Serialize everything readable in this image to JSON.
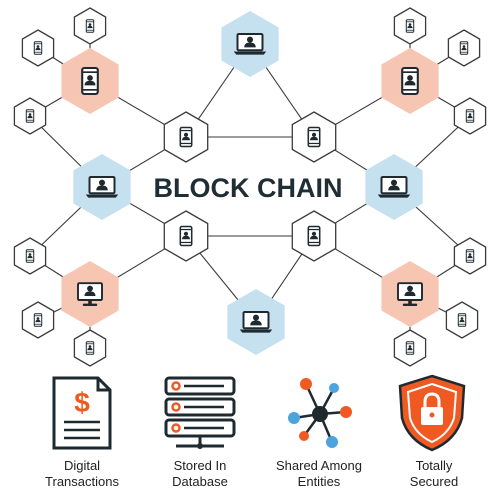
{
  "title": "BLOCK CHAIN",
  "colors": {
    "line": "#3a3a3a",
    "hex_white": "#ffffff",
    "hex_blue": "#c5e0ef",
    "hex_salmon": "#f7c6b3",
    "icon_dark": "#1e2a30",
    "orange": "#f05a22",
    "blue_dot": "#4da3db"
  },
  "nodes": [
    {
      "id": "laptop-top",
      "type": "laptop",
      "color": "blue"
    },
    {
      "id": "laptop-left",
      "type": "laptop",
      "color": "blue"
    },
    {
      "id": "laptop-right",
      "type": "laptop",
      "color": "blue"
    },
    {
      "id": "laptop-bottom",
      "type": "laptop",
      "color": "blue"
    },
    {
      "id": "phone-hub-top-left",
      "type": "phone",
      "color": "salmon"
    },
    {
      "id": "phone-hub-top-right",
      "type": "phone",
      "color": "salmon"
    },
    {
      "id": "monitor-hub-bottom-left",
      "type": "monitor",
      "color": "salmon"
    },
    {
      "id": "monitor-hub-bottom-right",
      "type": "monitor",
      "color": "salmon"
    },
    {
      "id": "phone-mid-top-left",
      "type": "phone",
      "color": "white"
    },
    {
      "id": "phone-mid-top-right",
      "type": "phone",
      "color": "white"
    },
    {
      "id": "phone-mid-bottom-left",
      "type": "phone",
      "color": "white"
    },
    {
      "id": "phone-mid-bottom-right",
      "type": "phone",
      "color": "white"
    }
  ],
  "features": [
    {
      "icon": "document-dollar-icon",
      "line1": "Digital",
      "line2": "Transactions"
    },
    {
      "icon": "database-icon",
      "line1": "Stored In",
      "line2": "Database"
    },
    {
      "icon": "network-icon",
      "line1": "Shared Among",
      "line2": "Entities"
    },
    {
      "icon": "shield-lock-icon",
      "line1": "Totally",
      "line2": "Secured"
    }
  ]
}
